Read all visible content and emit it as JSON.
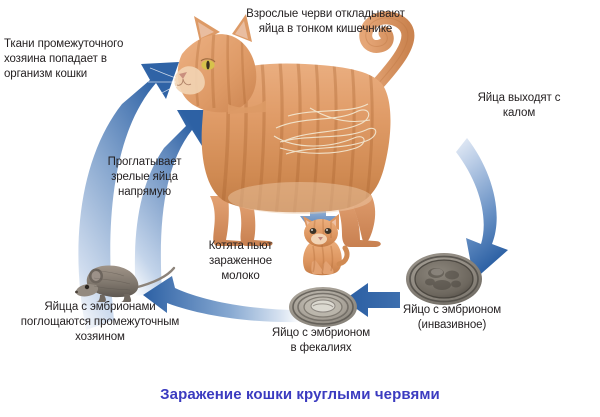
{
  "diagram": {
    "title": "Заражение кошки круглыми червями",
    "title_color": "#3b3bc0",
    "background_color": "#ffffff",
    "arrow_color": "#3f6fb0",
    "text_color": "#231f20"
  },
  "labels": {
    "adult_worms": "Взрослые черви откладывают\nяйца в тонком кишечнике",
    "eggs_out_feces": "Яйца выходят с\nкалом",
    "tissue_host": "Ткани промежуточного\nхозяина попадает в\nорганизм кошки",
    "swallows_mature": "Проглатывает\nзрелые яйца\nнапрямую",
    "kittens_milk": "Котята пьют\nзараженное\nмолоко",
    "eggs_embryo_absorbed": "Яйцца с эмбрионами\nпоглощаются промежуточным\nхозяином",
    "egg_in_feces": "Яйцо с эмбрионом\nв фекалиях",
    "egg_invasive": "Яйцо с эмбрионом\n(инвазивное)"
  },
  "figures": {
    "cat": "adult-orange-tabby-cat",
    "kitten": "orange-kitten",
    "mouse": "grey-mouse-intermediate-host",
    "worms": "roundworms-in-intestine",
    "egg_feces": "roundworm-egg-in-feces",
    "egg_invasive": "embryonated-roundworm-egg"
  },
  "arrows": [
    {
      "name": "arrow-tissue-to-cat",
      "direction": "up-right"
    },
    {
      "name": "arrow-swallow-eggs-to-cat",
      "direction": "up-right"
    },
    {
      "name": "arrow-cat-to-kitten",
      "direction": "down"
    },
    {
      "name": "arrow-eggs-out-of-cat",
      "direction": "down-curved"
    },
    {
      "name": "arrow-invasive-egg-to-feces-egg",
      "direction": "left"
    },
    {
      "name": "arrow-feces-egg-to-mouse",
      "direction": "left"
    }
  ]
}
